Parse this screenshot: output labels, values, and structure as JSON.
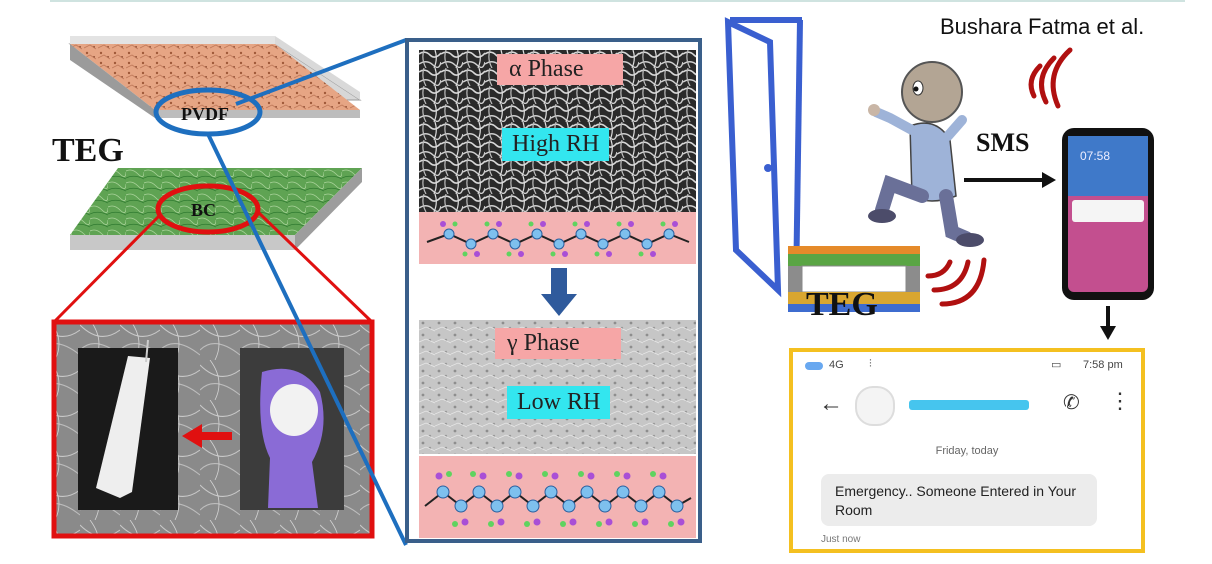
{
  "credit": "Bushara Fatma et al.",
  "left": {
    "teg_label": "TEG",
    "layer_top_label": "PVDF",
    "layer_bottom_label": "BC"
  },
  "center": {
    "top": {
      "phase": "α Phase",
      "rh": "High RH"
    },
    "bottom": {
      "phase": "γ Phase",
      "rh": "Low RH"
    }
  },
  "right": {
    "teg_label": "TEG",
    "sms_label": "SMS"
  },
  "phone": {
    "clock": "07:58"
  },
  "message": {
    "status_network": "4G",
    "status_time": "7:58 pm",
    "date": "Friday, today",
    "text": "Emergency.. Someone Entered in Your Room",
    "sent": "Just now"
  },
  "colors": {
    "panel_border": "#3a5f8a",
    "red": "#e01010",
    "blue_ring": "#1e6fbf",
    "phase_label_bg": "#f6a6a6",
    "rh_label_bg": "#33e6ef",
    "msg_border": "#f4c020",
    "door": "#3a5fd0"
  }
}
